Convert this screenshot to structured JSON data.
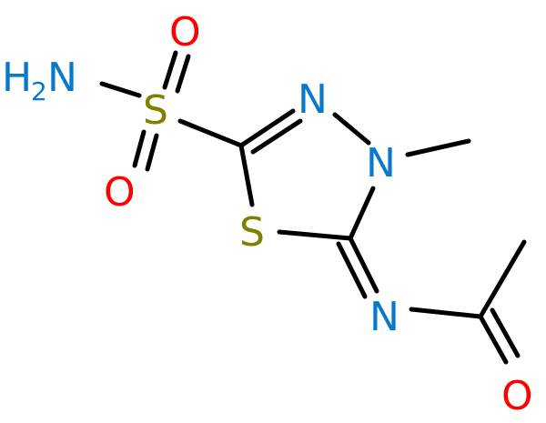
{
  "colors": {
    "bond": "#000000",
    "oxygen": "#ff0000",
    "nitrogen": "#0a78c8",
    "sulfur": "#808000"
  },
  "atoms": {
    "amine_h": "H",
    "amine_sub": "2",
    "amine_n": "N",
    "sulfonyl_s": "S",
    "sulfonyl_o_top": "O",
    "sulfonyl_o_bottom": "O",
    "ring_n3": "N",
    "ring_n4": "N",
    "ring_s1": "S",
    "imine_n": "N",
    "carbonyl_o": "O"
  }
}
